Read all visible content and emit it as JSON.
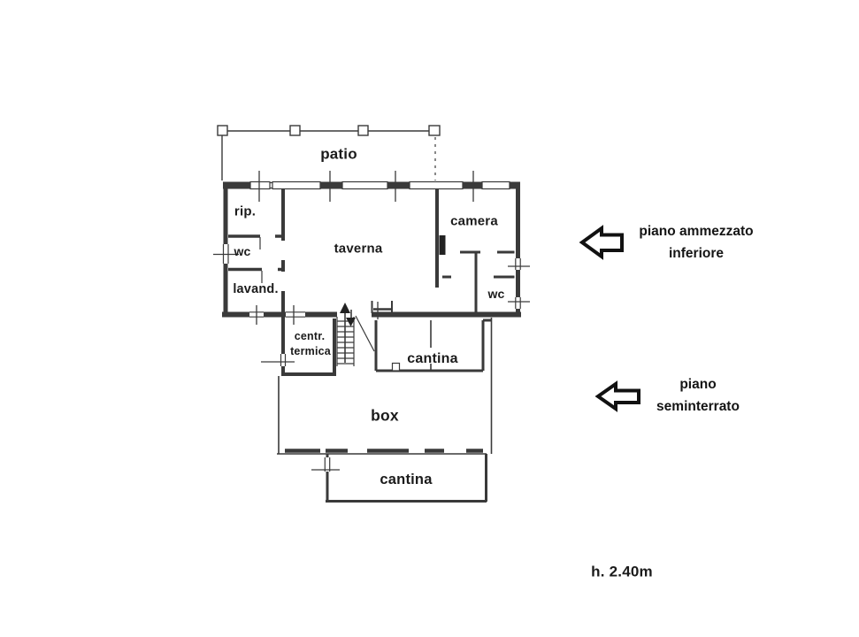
{
  "rooms": {
    "patio": "patio",
    "rip": "rip.",
    "wc_left": "wc",
    "lavand": "lavand.",
    "taverna": "taverna",
    "camera": "camera",
    "wc_right": "wc",
    "centr_termica": {
      "line1": "centr.",
      "line2": "termica"
    },
    "cantina_upper": "cantina",
    "box": "box",
    "cantina_lower": "cantina"
  },
  "annotations": {
    "floor1": {
      "line1": "piano ammezzato",
      "line2": "inferiore"
    },
    "floor2": {
      "line1": "piano",
      "line2": "seminterrato"
    },
    "height_note": "h. 2.40m"
  },
  "icons": {
    "floor1_pointer": "left-arrow-icon",
    "floor2_pointer": "left-arrow-icon"
  },
  "colors": {
    "line": "#3a3a3a",
    "text": "#1b1b1b",
    "arrow_outline": "#111111",
    "background": "#ffffff"
  }
}
